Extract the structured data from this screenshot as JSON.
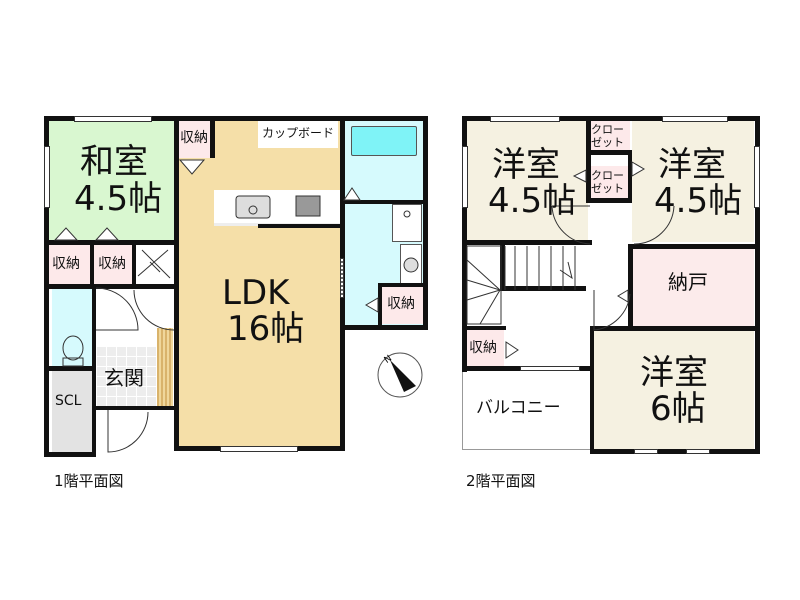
{
  "floor1": {
    "caption": "1階平面図",
    "rooms": {
      "washitsu": {
        "name": "和室",
        "size": "4.5帖"
      },
      "storage_top": "収納",
      "storage_left1": "収納",
      "storage_left2": "収納",
      "cupboard": "カップボード",
      "ldk": {
        "name": "LDK",
        "size": "16帖"
      },
      "storage_bath": "収納",
      "genkan": "玄関",
      "scl": "SCL"
    }
  },
  "floor2": {
    "caption": "2階平面図",
    "rooms": {
      "western1": {
        "name": "洋室",
        "size": "4.5帖"
      },
      "western2": {
        "name": "洋室",
        "size": "4.5帖"
      },
      "closet1": "クローゼット",
      "closet1_l1": "クロー",
      "closet1_l2": "ゼット",
      "closet2_l1": "クロー",
      "closet2_l2": "ゼット",
      "nando": "納戸",
      "storage": "収納",
      "western3": {
        "name": "洋室",
        "size": "6帖"
      },
      "balcony": "バルコニー"
    }
  },
  "compass": {
    "label": "N"
  },
  "colors": {
    "washitsu": "#d9f7d0",
    "ldk": "#f5dfa8",
    "wet": "#d6fafd",
    "bath_tub": "#7ff3f7",
    "storage": "#fde9ea",
    "western": "#f5f1e1",
    "nando": "#fcebeb",
    "scl": "#e3e3e3",
    "genkan_tile": "#ededed"
  }
}
